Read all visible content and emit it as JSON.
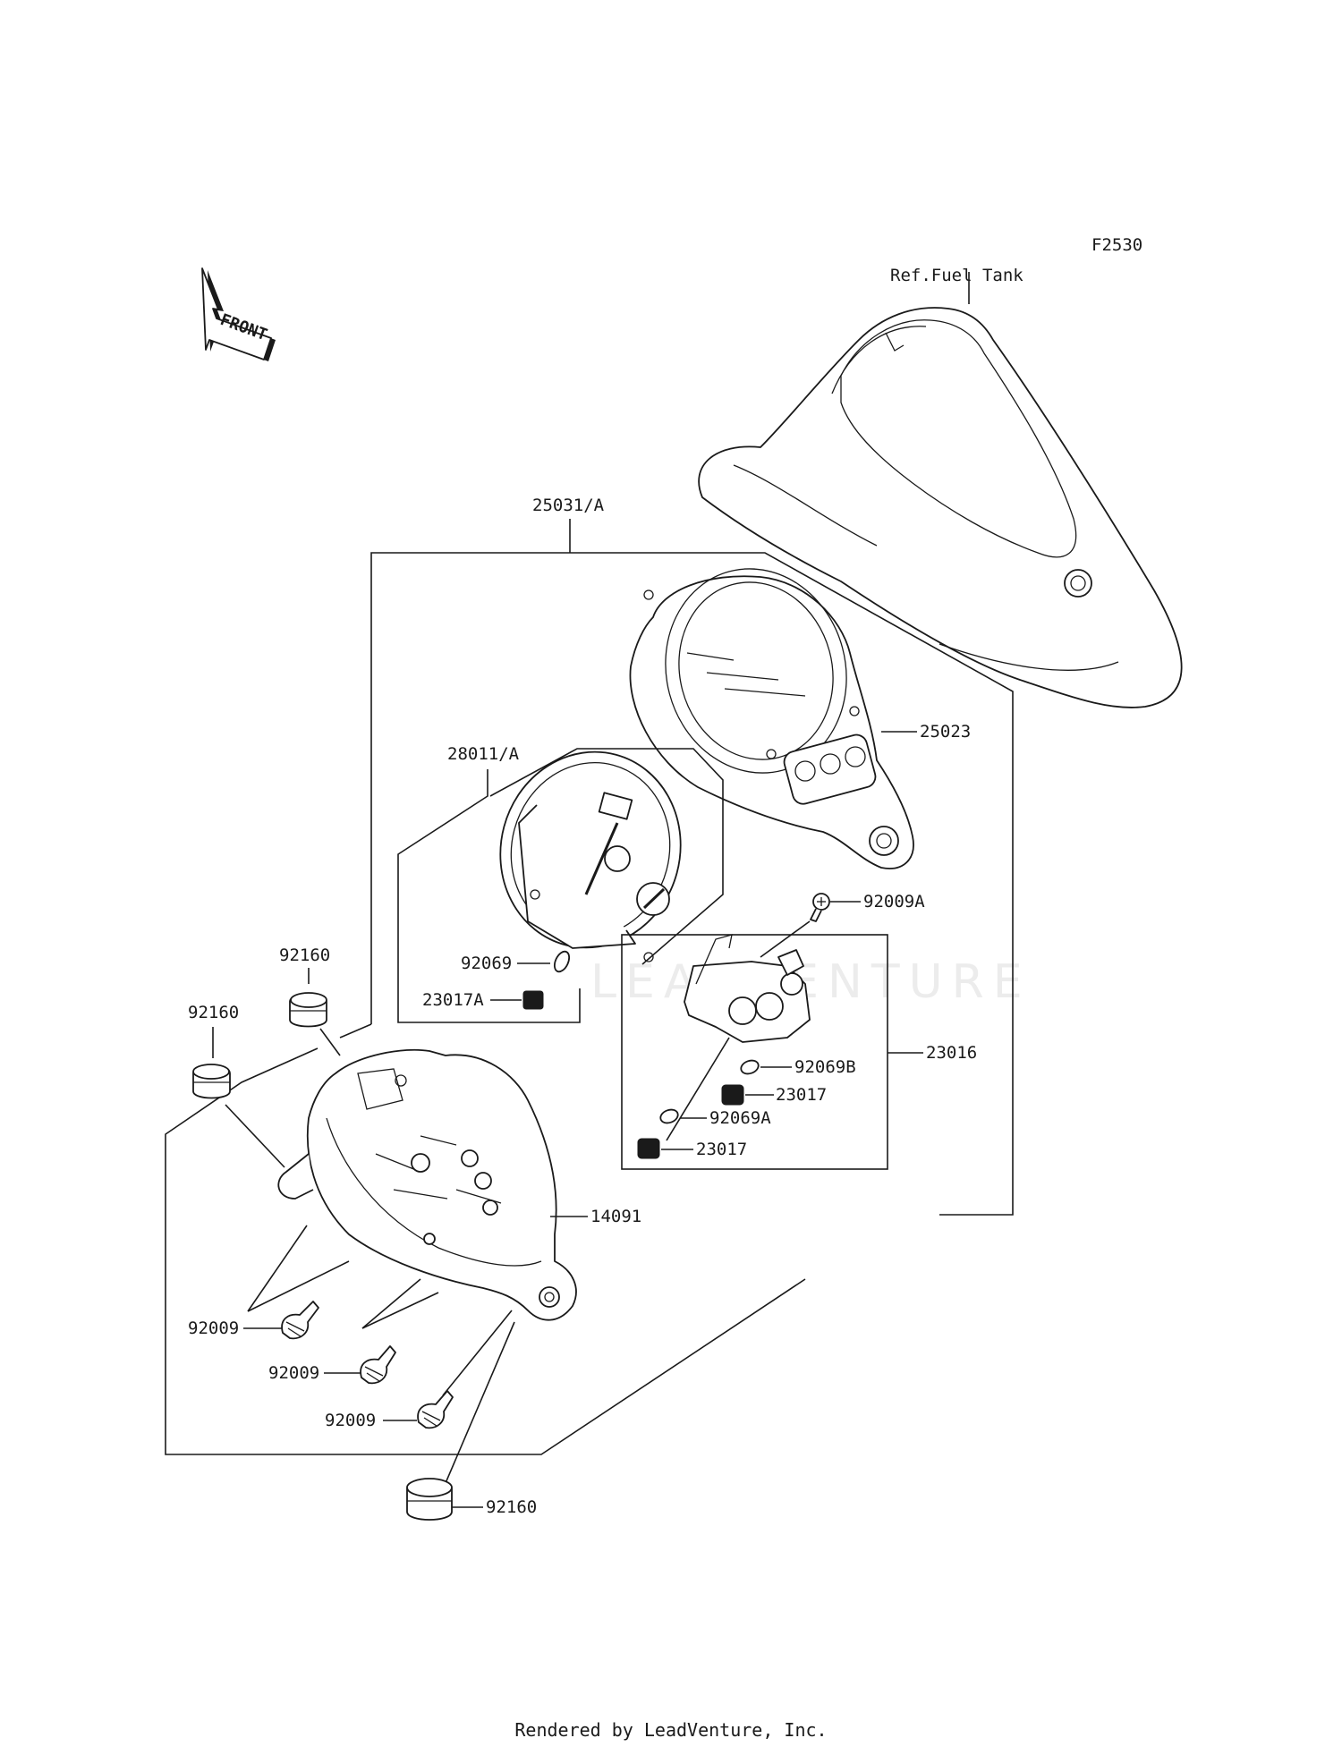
{
  "diagram_code": "F2530",
  "reference": "Ref.Fuel Tank",
  "front_arrow": "FRONT",
  "watermark": "LEADVENTURE",
  "footer": "Rendered by LeadVenture, Inc.",
  "parts": {
    "meter_assy": "25031/A",
    "meter_case_cover": "25023",
    "meter_unit": "28011/A",
    "bulb_meter": "92069",
    "socket_meter": "23017A",
    "screw_top": "92009A",
    "indicator_assy": "23016",
    "bulb_b": "92069B",
    "socket_b": "23017",
    "bulb_a": "92069A",
    "socket_a": "23017",
    "damper_left_upper": "92160",
    "damper_left": "92160",
    "case_lower": "14091",
    "screw_1": "92009",
    "screw_2": "92009",
    "screw_3": "92009",
    "damper_bottom": "92160"
  }
}
